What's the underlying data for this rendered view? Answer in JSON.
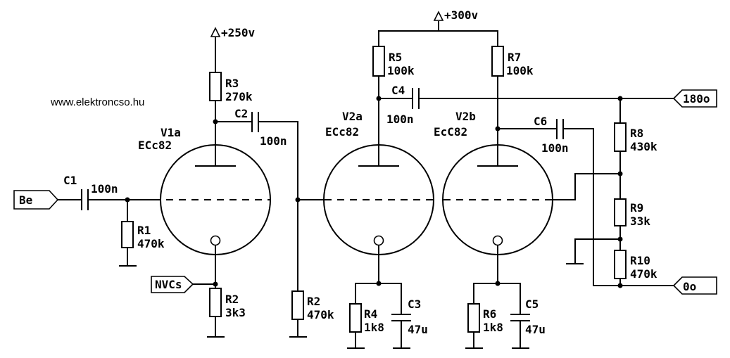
{
  "website": "www.elektroncso.hu",
  "supplies": {
    "v250": "+250v",
    "v300": "+300v"
  },
  "ports": {
    "input": "Be",
    "nvcs": "NVCs",
    "out180": "180o",
    "out0": "0o"
  },
  "tubes": {
    "v1a": {
      "name": "V1a",
      "type": "ECc82"
    },
    "v2a": {
      "name": "V2a",
      "type": "ECc82"
    },
    "v2b": {
      "name": "V2b",
      "type": "EcC82"
    }
  },
  "components": {
    "c1": {
      "name": "C1",
      "value": "100n"
    },
    "c2": {
      "name": "C2",
      "value": "100n"
    },
    "c3": {
      "name": "C3",
      "value": "47u"
    },
    "c4": {
      "name": "C4",
      "value": "100n"
    },
    "c5": {
      "name": "C5",
      "value": "47u"
    },
    "c6": {
      "name": "C6",
      "value": "100n"
    },
    "r1": {
      "name": "R1",
      "value": "470k"
    },
    "r2a": {
      "name": "R2",
      "value": "3k3"
    },
    "r2b": {
      "name": "R2",
      "value": "470k"
    },
    "r3": {
      "name": "R3",
      "value": "270k"
    },
    "r4": {
      "name": "R4",
      "value": "1k8"
    },
    "r5": {
      "name": "R5",
      "value": "100k"
    },
    "r6": {
      "name": "R6",
      "value": "1k8"
    },
    "r7": {
      "name": "R7",
      "value": "100k"
    },
    "r8": {
      "name": "R8",
      "value": "430k"
    },
    "r9": {
      "name": "R9",
      "value": "33k"
    },
    "r10": {
      "name": "R10",
      "value": "470k"
    }
  }
}
